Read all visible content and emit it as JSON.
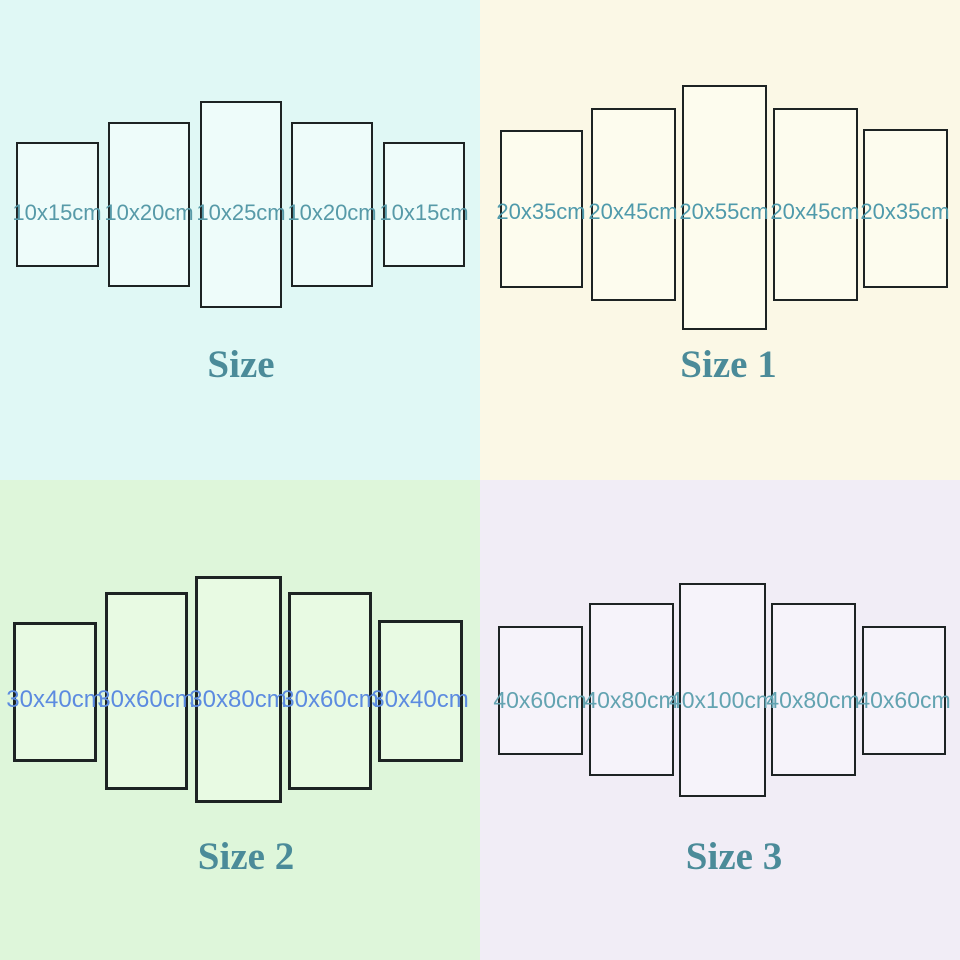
{
  "colors": {
    "panel_border": "#1d2323",
    "title_text": "#4b8b99"
  },
  "quadrants": [
    {
      "title": "Size",
      "labels": [
        "10x15cm",
        "10x20cm",
        "10x25cm",
        "10x20cm",
        "10x15cm"
      ],
      "colors": {
        "background": "#e0f8f5",
        "panel_fill": "#eefcfa",
        "label_text": "#579aa8"
      }
    },
    {
      "title": "Size 1",
      "labels": [
        "20x35cm",
        "20x45cm",
        "20x55cm",
        "20x45cm",
        "20x35cm"
      ],
      "colors": {
        "background": "#fbf8e6",
        "panel_fill": "#fdfcee",
        "label_text": "#4f9aab"
      }
    },
    {
      "title": "Size 2",
      "labels": [
        "30x40cm",
        "30x60cm",
        "30x80cm",
        "30x60cm",
        "30x40cm"
      ],
      "colors": {
        "background": "#def6da",
        "panel_fill": "#e8fae3",
        "label_text": "#5c8be0"
      }
    },
    {
      "title": "Size 3",
      "labels": [
        "40x60cm",
        "40x80cm",
        "40x100cm",
        "40x80cm",
        "40x60cm"
      ],
      "colors": {
        "background": "#f1edf6",
        "panel_fill": "#f6f3fa",
        "label_text": "#63a3b1"
      }
    }
  ]
}
